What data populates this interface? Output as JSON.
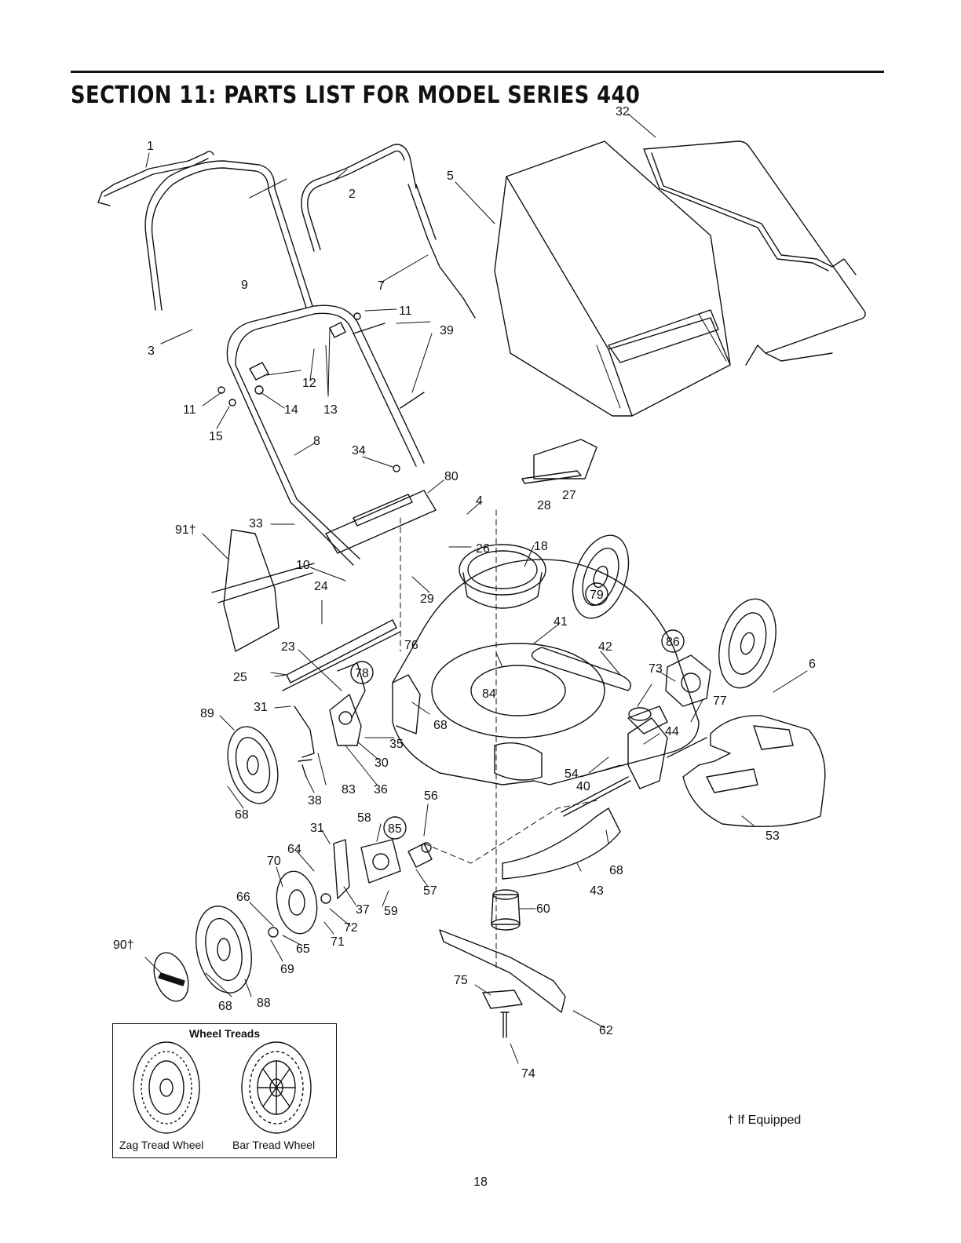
{
  "header": {
    "title": "SECTION 11:  PARTS LIST FOR MODEL SERIES 440"
  },
  "callouts": {
    "c1": "1",
    "c2": "2",
    "c3": "3",
    "c4": "4",
    "c5": "5",
    "c6": "6",
    "c7": "7",
    "c8": "8",
    "c9": "9",
    "c10": "10",
    "c11a": "11",
    "c11b": "11",
    "c12": "12",
    "c13": "13",
    "c14": "14",
    "c15": "15",
    "c18": "18",
    "c23": "23",
    "c24": "24",
    "c25": "25",
    "c26": "26",
    "c27": "27",
    "c28": "28",
    "c29": "29",
    "c30": "30",
    "c31a": "31",
    "c31b": "31",
    "c32": "32",
    "c33": "33",
    "c34": "34",
    "c35": "35",
    "c36": "36",
    "c37": "37",
    "c38": "38",
    "c39": "39",
    "c40": "40",
    "c41": "41",
    "c42": "42",
    "c43": "43",
    "c44": "44",
    "c53": "53",
    "c54": "54",
    "c56": "56",
    "c57": "57",
    "c58": "58",
    "c59": "59",
    "c60": "60",
    "c62": "62",
    "c64": "64",
    "c65": "65",
    "c66": "66",
    "c68a": "68",
    "c68b": "68",
    "c68c": "68",
    "c68d": "68",
    "c69": "69",
    "c70": "70",
    "c71": "71",
    "c72": "72",
    "c73": "73",
    "c74": "74",
    "c75": "75",
    "c76": "76",
    "c77": "77",
    "c80": "80",
    "c83": "83",
    "c84": "84",
    "c88": "88",
    "c89": "89",
    "c90": "90†",
    "c91": "91†"
  },
  "circled": {
    "c78": "78",
    "c79": "79",
    "c85": "85",
    "c86": "86"
  },
  "treads": {
    "title": "Wheel Treads",
    "zag": "Zag Tread Wheel",
    "bar": "Bar Tread Wheel"
  },
  "footnote": "† If Equipped",
  "page_number": "18"
}
